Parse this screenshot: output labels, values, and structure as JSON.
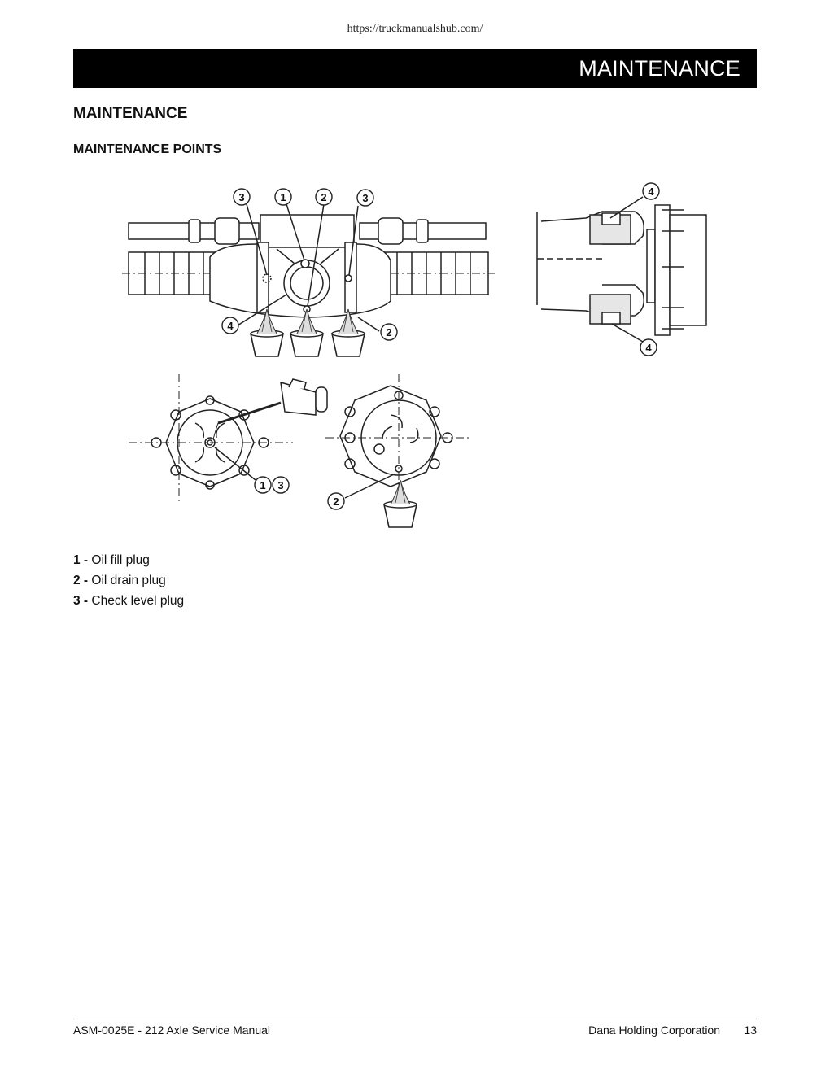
{
  "url": "https://truckmanualshub.com/",
  "banner": "MAINTENANCE",
  "heading": "MAINTENANCE",
  "subheading": "MAINTENANCE POINTS",
  "callouts": [
    "1",
    "2",
    "3",
    "4"
  ],
  "legend": [
    {
      "num": "1 -",
      "text": "Oil fill plug"
    },
    {
      "num": "2 -",
      "text": "Oil drain plug"
    },
    {
      "num": "3 -",
      "text": "Check level plug"
    }
  ],
  "footer": {
    "left": "ASM-0025E - 212 Axle Service Manual",
    "right": "Dana Holding Corporation",
    "page": "13"
  }
}
